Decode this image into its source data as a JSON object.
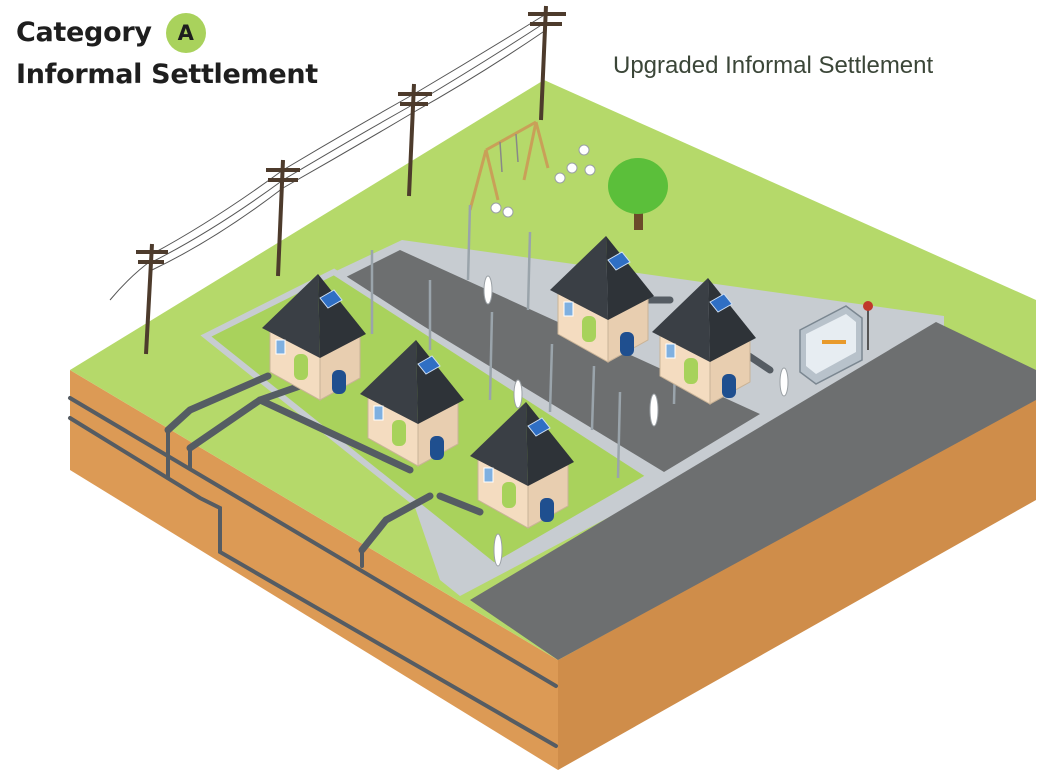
{
  "header": {
    "category_label": "Category",
    "category_badge": "A",
    "title": "Informal Settlement",
    "subtitle": "Upgraded Informal Settlement"
  },
  "icons": [
    "power-pole-icon",
    "house-icon",
    "solar-panel-icon",
    "water-tank-icon",
    "tree-icon",
    "swing-set-icon",
    "bus-shelter-icon",
    "street-light-icon",
    "person-icon",
    "pipe-icon"
  ],
  "colors": {
    "grass": "#b5d96a",
    "grass_top": "#a9d25c",
    "soil_front": "#dc9a55",
    "soil_side": "#cf8d4a",
    "road": "#6d6f70",
    "sidewalk": "#c7ccd1",
    "roof": "#3a3f45",
    "wall": "#f4dcc0",
    "door": "#a7d25b",
    "tank": "#1f4f8f",
    "pipe": "#555c63",
    "tree": "#5bbf3a",
    "badge": "#a9d25c"
  }
}
